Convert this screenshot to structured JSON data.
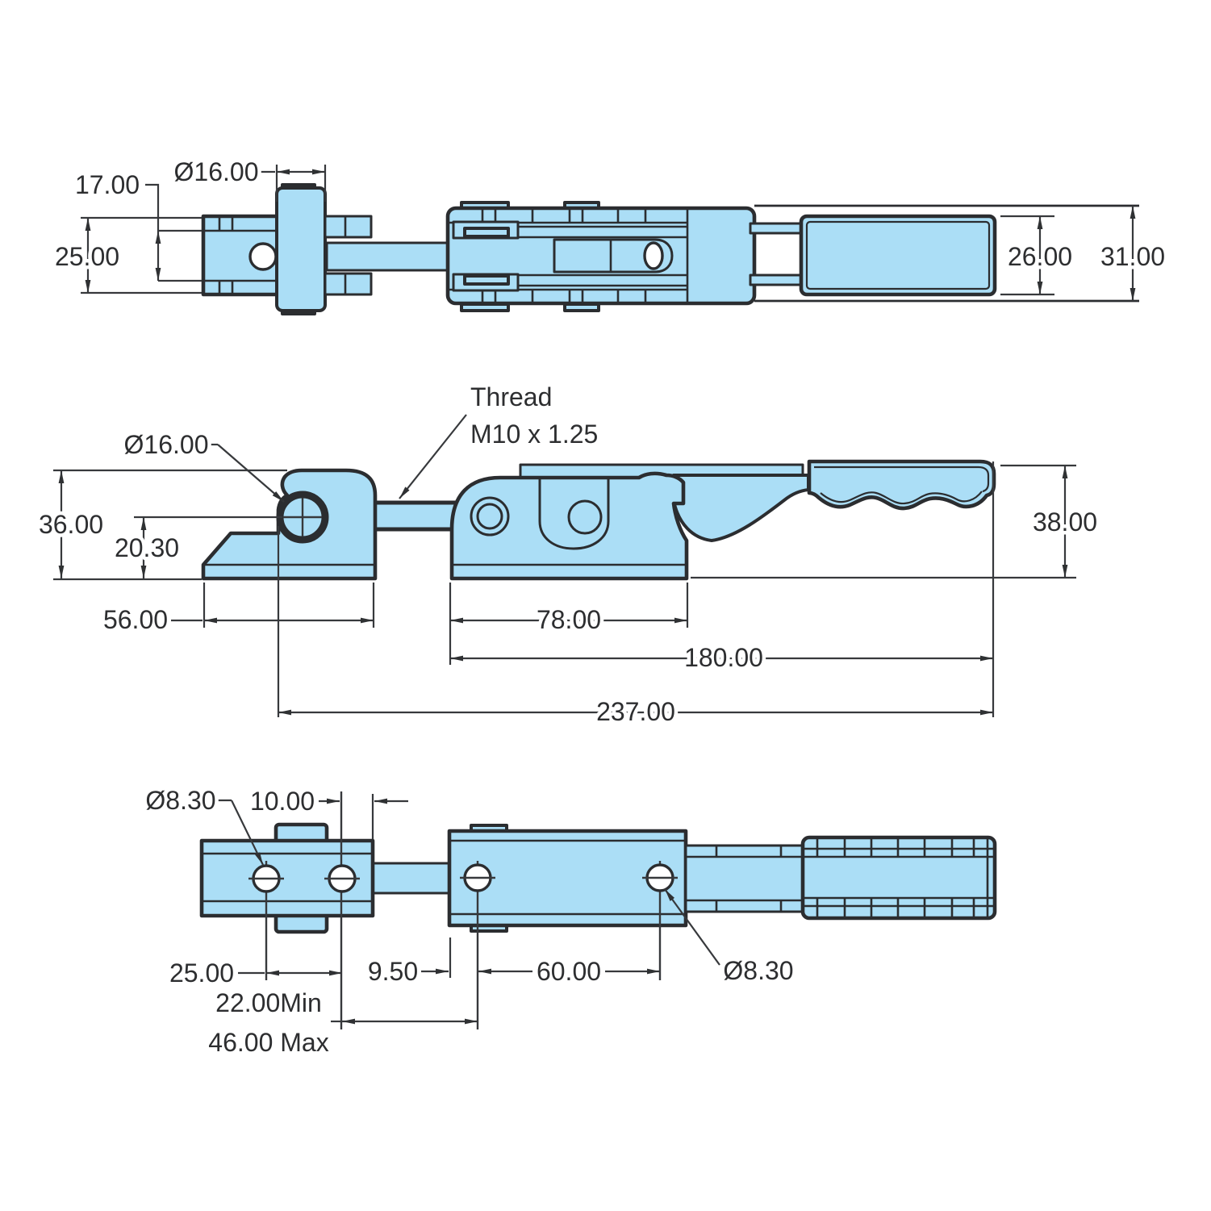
{
  "drawing": {
    "title": "Latch type toggle clamp - dimensioned engineering drawing",
    "views": [
      "top view",
      "front view",
      "bottom view"
    ]
  },
  "colors": {
    "part_fill": "#abdef6",
    "outline": "#2b2d30",
    "dimension": "#37393c",
    "background": "#ffffff"
  },
  "views": {
    "top": {
      "dims": {
        "d17": "17.00",
        "dia16": "Ø16.00",
        "d25": "25.00",
        "d26": "26.00",
        "d31": "31.00"
      }
    },
    "front": {
      "labels": {
        "thread_line1": "Thread",
        "thread_line2": "M10 x 1.25"
      },
      "dims": {
        "dia16": "Ø16.00",
        "d36": "36.00",
        "d20_3": "20.30",
        "d56": "56.00",
        "d78": "78.00",
        "d180": "180.00",
        "d237": "237.00",
        "d38": "38.00"
      }
    },
    "bottom": {
      "dims": {
        "dia83_left": "Ø8.30",
        "d10": "10.00",
        "d25": "25.00",
        "d9_5": "9.50",
        "d60": "60.00",
        "dia83_right": "Ø8.30",
        "d22_min": "22.00Min",
        "d46_max": "46.00 Max"
      }
    }
  }
}
